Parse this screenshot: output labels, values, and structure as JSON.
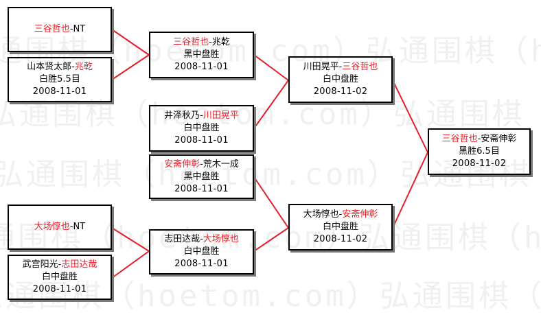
{
  "colors": {
    "winner": "#e8202a",
    "connector": "#e41e26",
    "border": "#000000",
    "shadow": "#7a7a7a",
    "watermark": "#f0f0f0"
  },
  "watermark": {
    "text": "弘通围棋（hoetom.com）弘通围棋（hoetom.com）"
  },
  "matches": {
    "r1a": {
      "winner": "三谷哲也",
      "sep": "-",
      "loser": "NT",
      "winner_first": true,
      "result": "",
      "date": ""
    },
    "r1b": {
      "loser": "山本贤太郎",
      "sep": "-",
      "winner": "兆乾",
      "winner_first": false,
      "result": "白胜5.5目",
      "date": "2008-11-01"
    },
    "r1c": {
      "winner": "大场惇也",
      "sep": "-",
      "loser": "NT",
      "winner_first": true,
      "result": "",
      "date": ""
    },
    "r1d": {
      "loser": "武宫阳光",
      "sep": "-",
      "winner": "志田达哉",
      "winner_first": false,
      "result": "白中盘胜",
      "date": "2008-11-01"
    },
    "r2a": {
      "winner": "三谷哲也",
      "sep": "-",
      "loser": "兆乾",
      "winner_first": true,
      "result": "黑中盘胜",
      "date": "2008-11-01"
    },
    "r2b": {
      "loser": "井泽秋乃",
      "sep": "-",
      "winner": "川田晃平",
      "winner_first": false,
      "result": "白中盘胜",
      "date": "2008-11-01"
    },
    "r2c": {
      "winner": "安斋伸彰",
      "sep": "-",
      "loser": "荒木一成",
      "winner_first": true,
      "result": "黑中盘胜",
      "date": "2008-11-01"
    },
    "r2d": {
      "loser": "志田达哉",
      "sep": "-",
      "winner": "大场惇也",
      "winner_first": false,
      "result": "白中盘胜",
      "date": "2008-11-01"
    },
    "r3a": {
      "loser": "川田晃平",
      "sep": "-",
      "winner": "三谷哲也",
      "winner_first": false,
      "result": "白中盘胜",
      "date": "2008-11-02"
    },
    "r3b": {
      "loser": "大场惇也",
      "sep": "-",
      "winner": "安斋伸彰",
      "winner_first": false,
      "result": "白中盘胜",
      "date": "2008-11-02"
    },
    "final": {
      "winner": "三谷哲也",
      "sep": "-",
      "loser": "安斋伸彰",
      "winner_first": true,
      "result": "黑胜6.5目",
      "date": "2008-11-02"
    }
  }
}
